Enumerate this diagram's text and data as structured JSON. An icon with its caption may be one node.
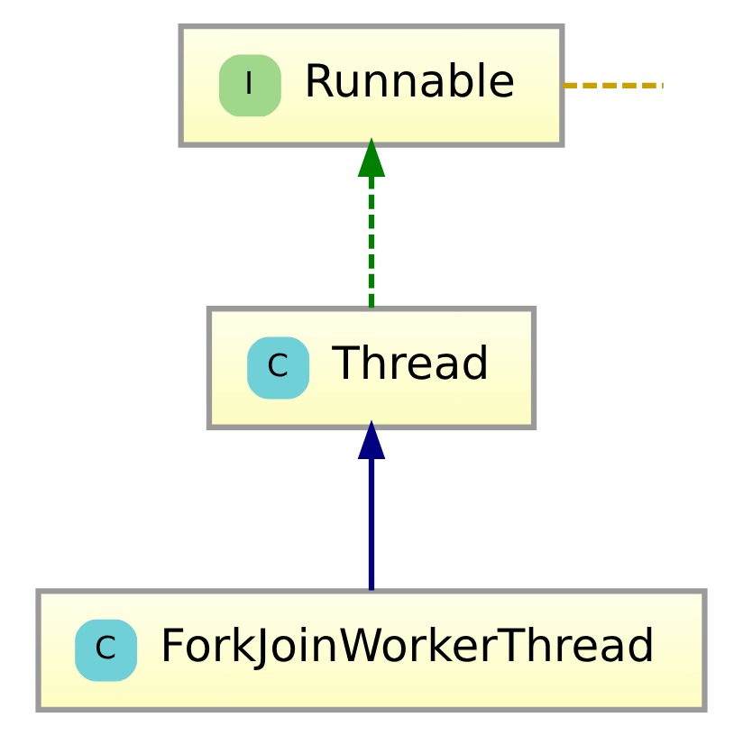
{
  "diagram": {
    "nodes": [
      {
        "text": [
          "I",
          "Runnable"
        ]
      },
      {
        "text": [
          "C",
          "Thread"
        ]
      },
      {
        "text": [
          "C",
          "ForkJoinWorkerThread"
        ]
      }
    ],
    "edges": [
      {
        "from": null,
        "to": 0,
        "arrow": "none",
        "style": "dashed",
        "color": "#c8a000"
      },
      {
        "from": 1,
        "to": 0,
        "arrow": "to",
        "style": "dashed",
        "color": "#008000"
      },
      {
        "from": 2,
        "to": 1,
        "arrow": "to",
        "color": "#000080"
      }
    ]
  }
}
